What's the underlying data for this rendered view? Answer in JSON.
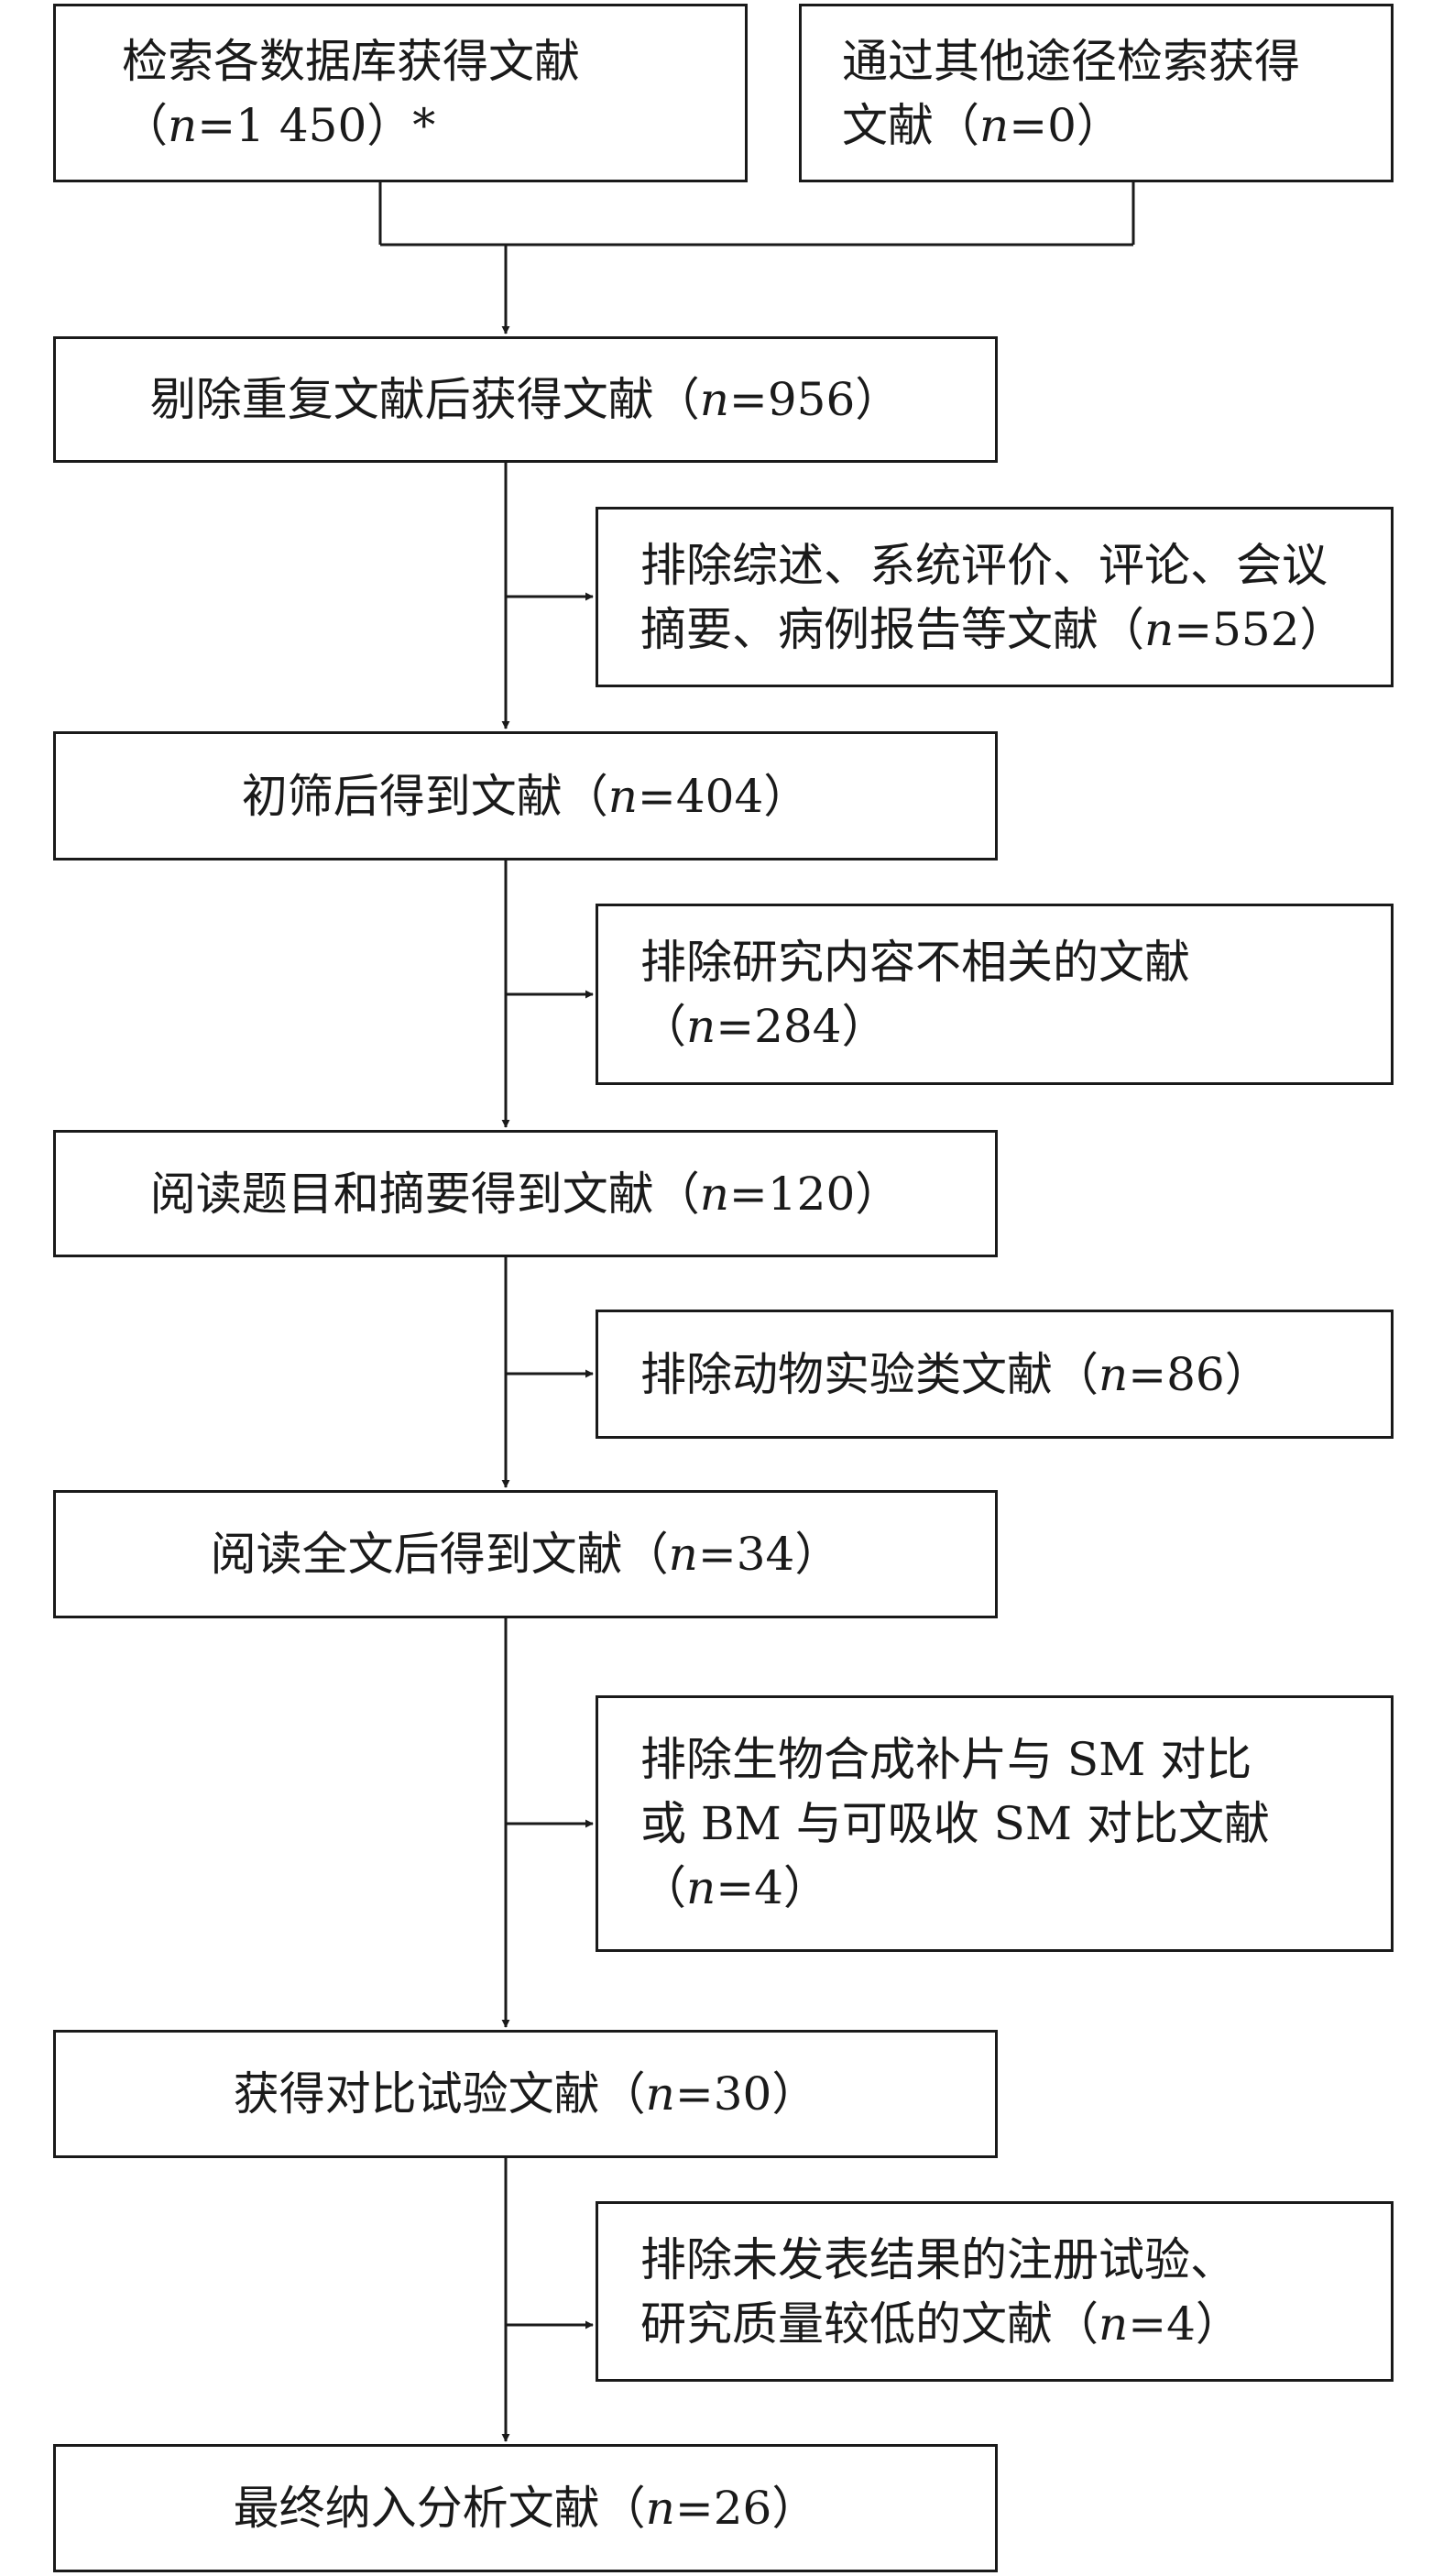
{
  "sources": [
    {
      "lines": [
        "检索各数据库获得文献",
        "（n=1 450）*"
      ]
    },
    {
      "lines": [
        "通过其他途径检索获得",
        "文献（n=0）"
      ]
    }
  ],
  "stages": [
    {
      "text": "剔除重复文献后获得文献（n=956）"
    },
    {
      "text": "初筛后得到文献（n=404）"
    },
    {
      "text": "阅读题目和摘要得到文献（n=120）"
    },
    {
      "text": "阅读全文后得到文献（n=34）"
    },
    {
      "text": "获得对比试验文献（n=30）"
    },
    {
      "text": "最终纳入分析文献（n=26）"
    }
  ],
  "exclusions": [
    {
      "lines": [
        "排除综述、系统评价、评论、会议",
        "摘要、病例报告等文献（n=552）"
      ]
    },
    {
      "lines": [
        "排除研究内容不相关的文献",
        "（n=284）"
      ]
    },
    {
      "lines": [
        "排除动物实验类文献（n=86）"
      ]
    },
    {
      "lines": [
        "排除生物合成补片与 SM 对比",
        "或 BM 与可吸收 SM 对比文献",
        "（n=4）"
      ]
    },
    {
      "lines": [
        "排除未发表结果的注册试验、",
        "研究质量较低的文献（n=4）"
      ]
    }
  ],
  "colors": {
    "stroke": "#1a1a1a",
    "background": "#ffffff"
  }
}
